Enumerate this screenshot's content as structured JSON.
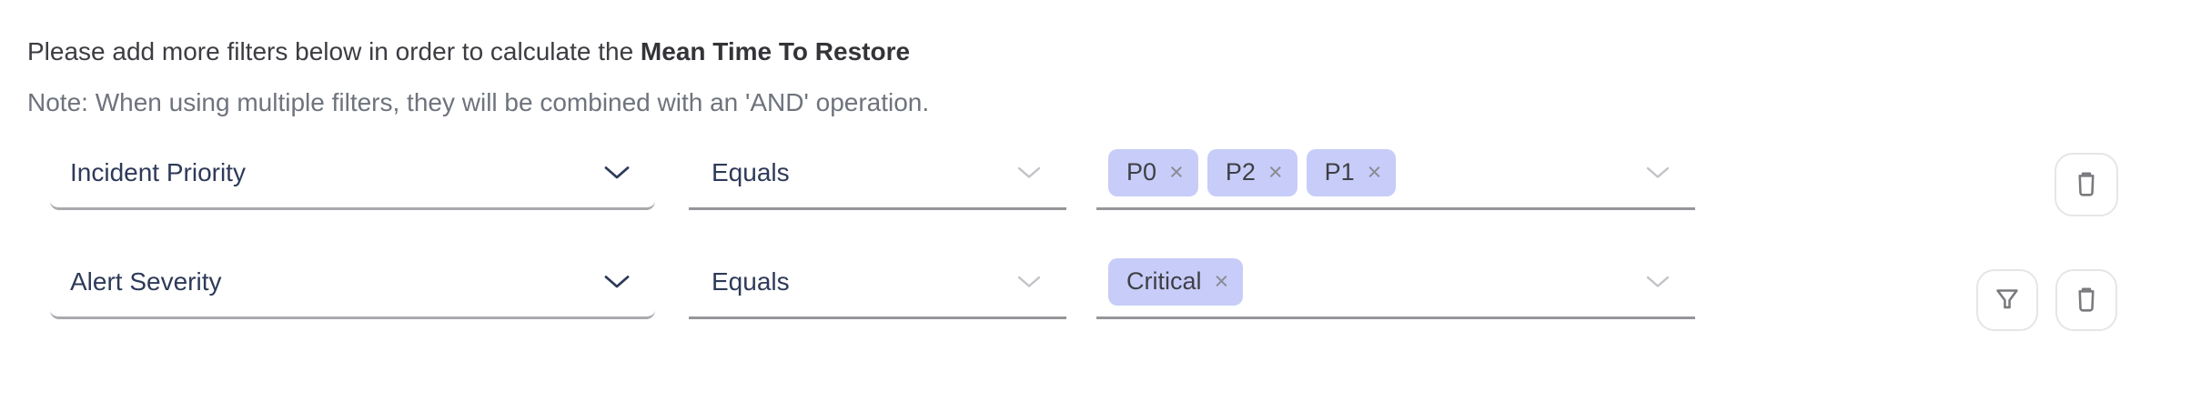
{
  "header": {
    "intro_prefix": "Please add more filters below in order to calculate the ",
    "metric_name": "Mean Time To Restore",
    "note": "Note: When using multiple filters, they will be combined with an 'AND' operation."
  },
  "ui": {
    "tag_remove_glyph": "×"
  },
  "filter_rows": [
    {
      "field": {
        "selected": "Incident Priority"
      },
      "operator": {
        "selected": "Equals"
      },
      "values": {
        "selected_tags": [
          "P0",
          "P2",
          "P1"
        ]
      }
    },
    {
      "field": {
        "selected": "Alert Severity"
      },
      "operator": {
        "selected": "Equals"
      },
      "values": {
        "selected_tags": [
          "Critical"
        ]
      }
    }
  ],
  "colors": {
    "tag_background": "#c7cdf8",
    "label_navy": "#2e3a59",
    "note_gray": "#6e737d",
    "underline_gray": "#96969a",
    "button_border": "#e6e6e9",
    "icon_gray": "#7a7a7e"
  }
}
